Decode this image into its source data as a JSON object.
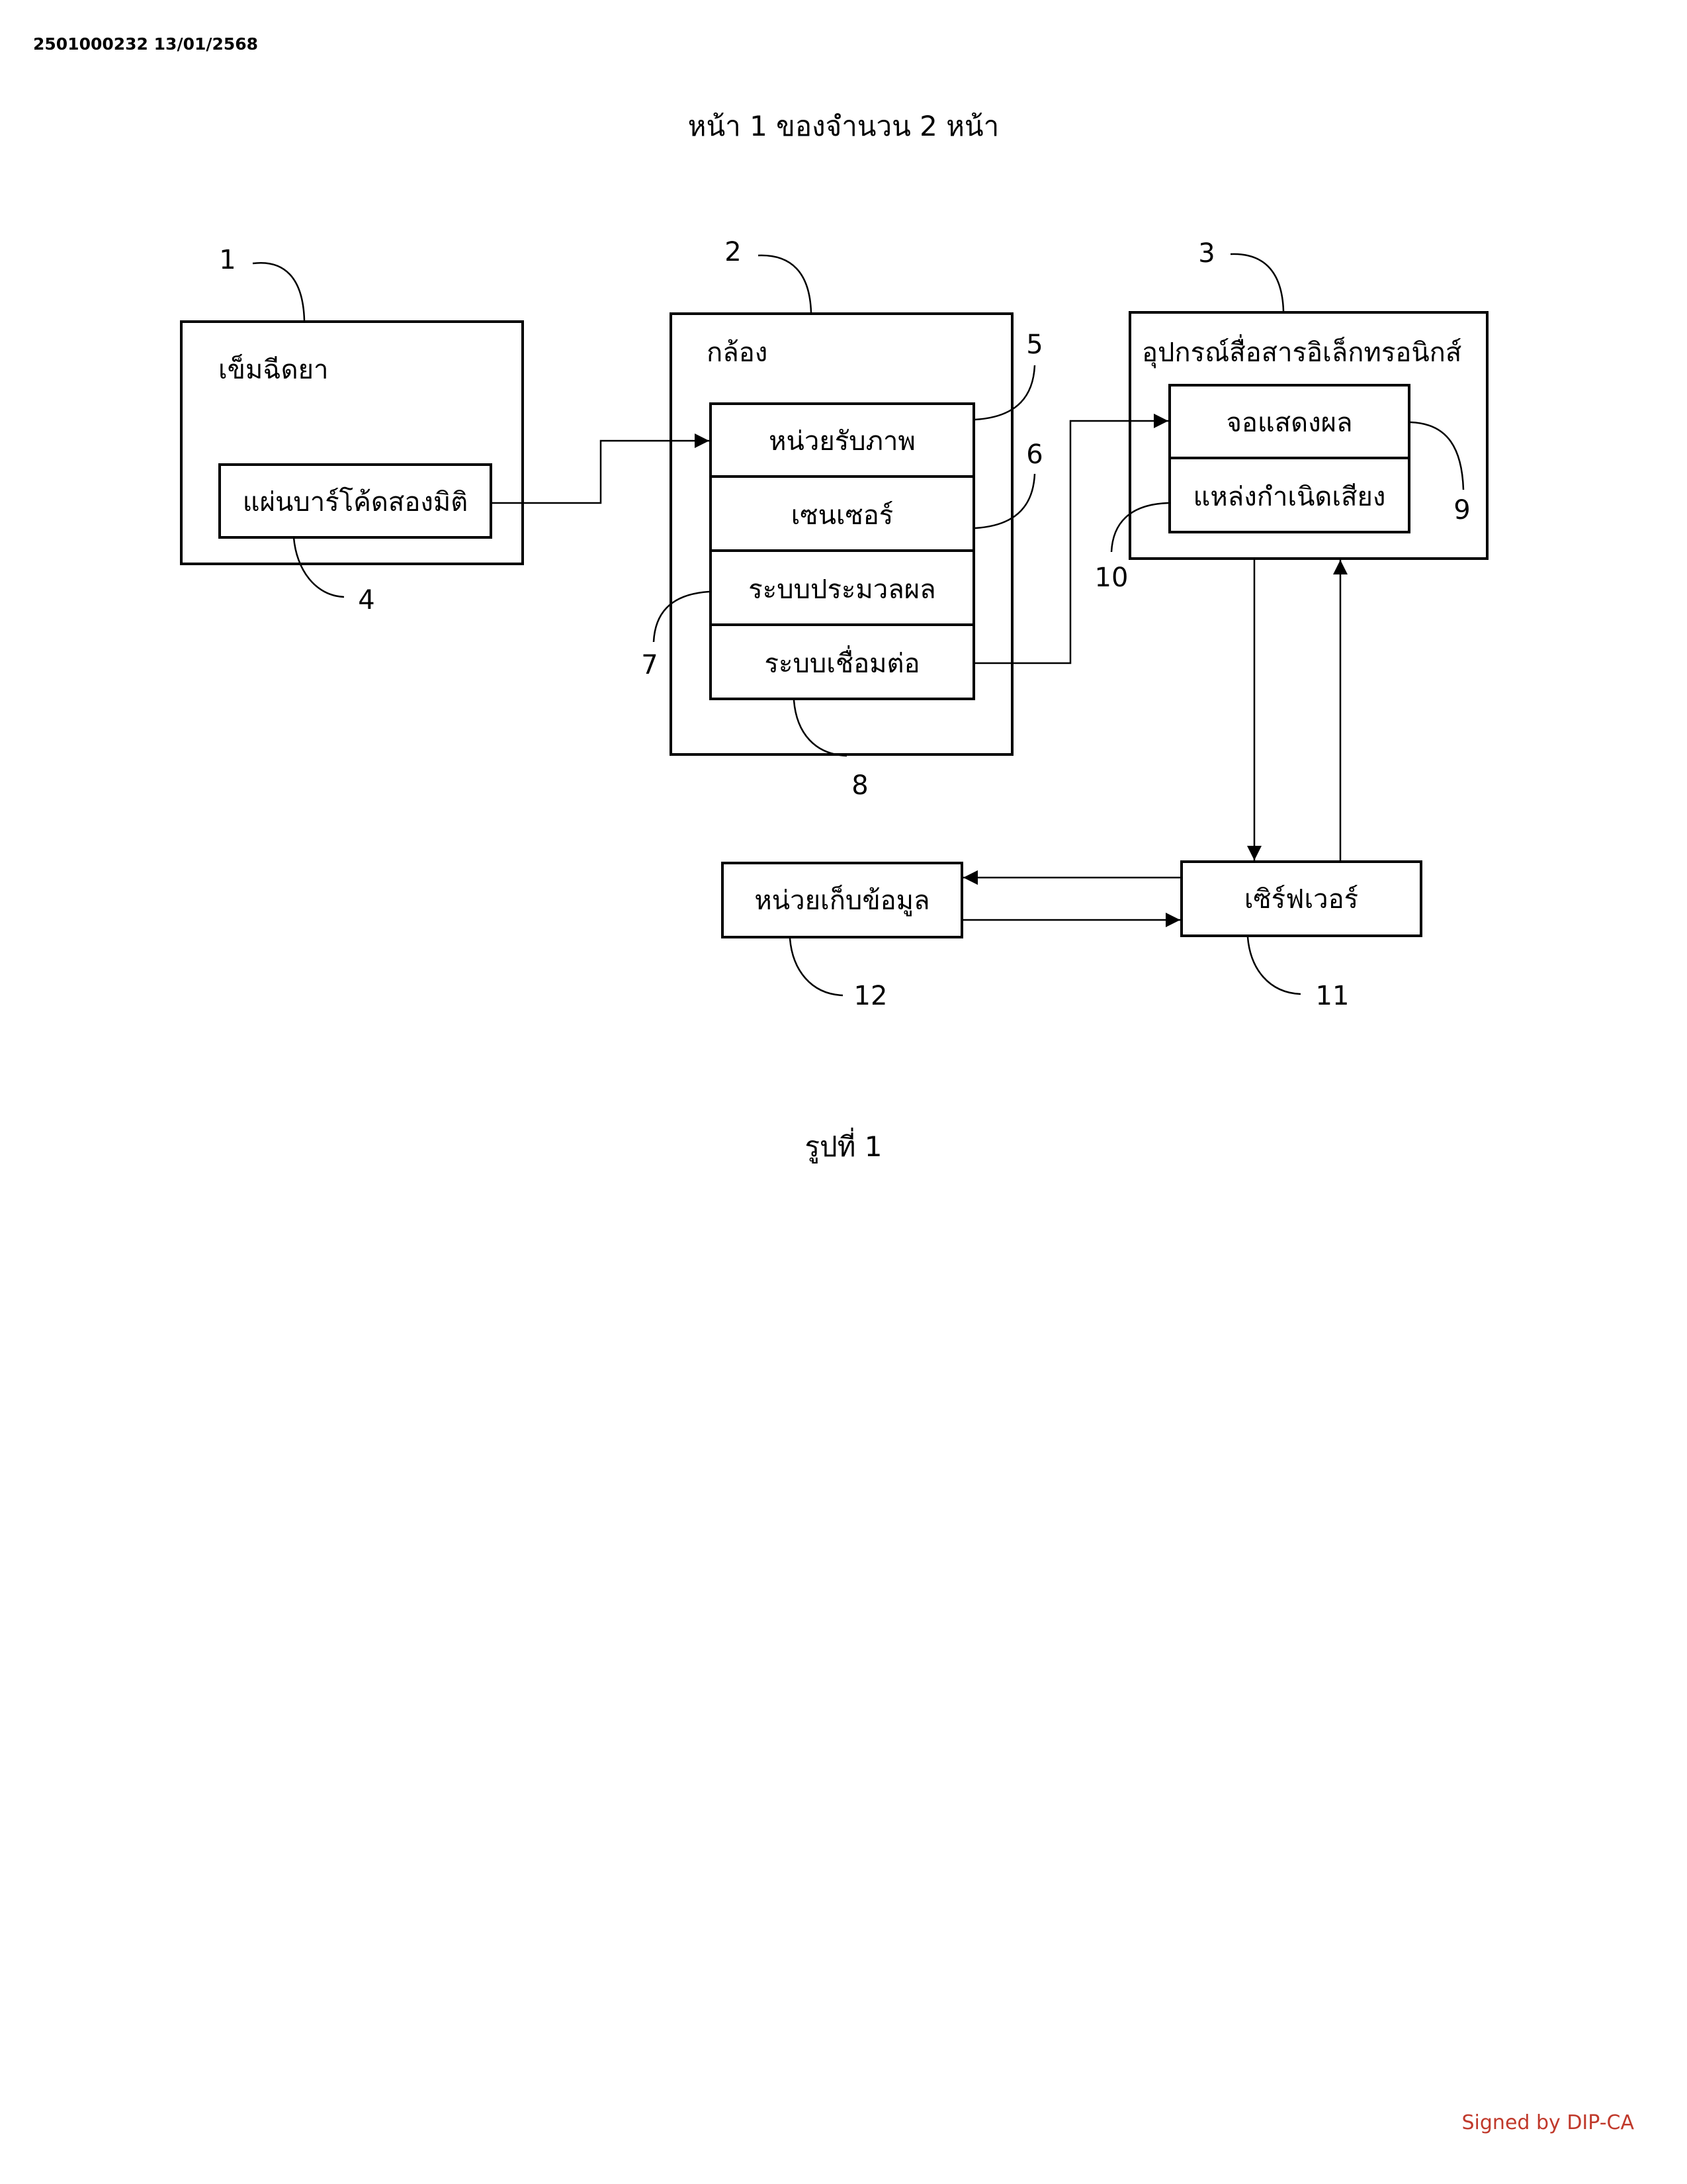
{
  "header": {
    "doc_id": "2501000232 13/01/2568",
    "page_info": "หน้า 1 ของจำนวน 2 หน้า"
  },
  "diagram": {
    "syringe": {
      "label": "เข็มฉีดยา",
      "ref": "1"
    },
    "barcode": {
      "label": "แผ่นบาร์โค้ดสองมิติ",
      "ref": "4"
    },
    "camera": {
      "label": "กล้อง",
      "ref": "2"
    },
    "image_receiver": {
      "label": "หน่วยรับภาพ",
      "ref": "5"
    },
    "sensor": {
      "label": "เซนเซอร์",
      "ref": "6"
    },
    "processing": {
      "label": "ระบบประมวลผล",
      "ref": "7"
    },
    "connection": {
      "label": "ระบบเชื่อมต่อ",
      "ref": "8"
    },
    "device": {
      "label": "อุปกรณ์สื่อสารอิเล็กทรอนิกส์",
      "ref": "3"
    },
    "display": {
      "label": "จอแสดงผล",
      "ref": "9"
    },
    "sound": {
      "label": "แหล่งกำเนิดเสียง",
      "ref": "10"
    },
    "server": {
      "label": "เซิร์ฟเวอร์",
      "ref": "11"
    },
    "storage": {
      "label": "หน่วยเก็บข้อมูล",
      "ref": "12"
    }
  },
  "caption": "รูปที่ 1",
  "signature": "Signed by DIP-CA",
  "colors": {
    "line": "#000000",
    "signature": "#c0392b"
  }
}
